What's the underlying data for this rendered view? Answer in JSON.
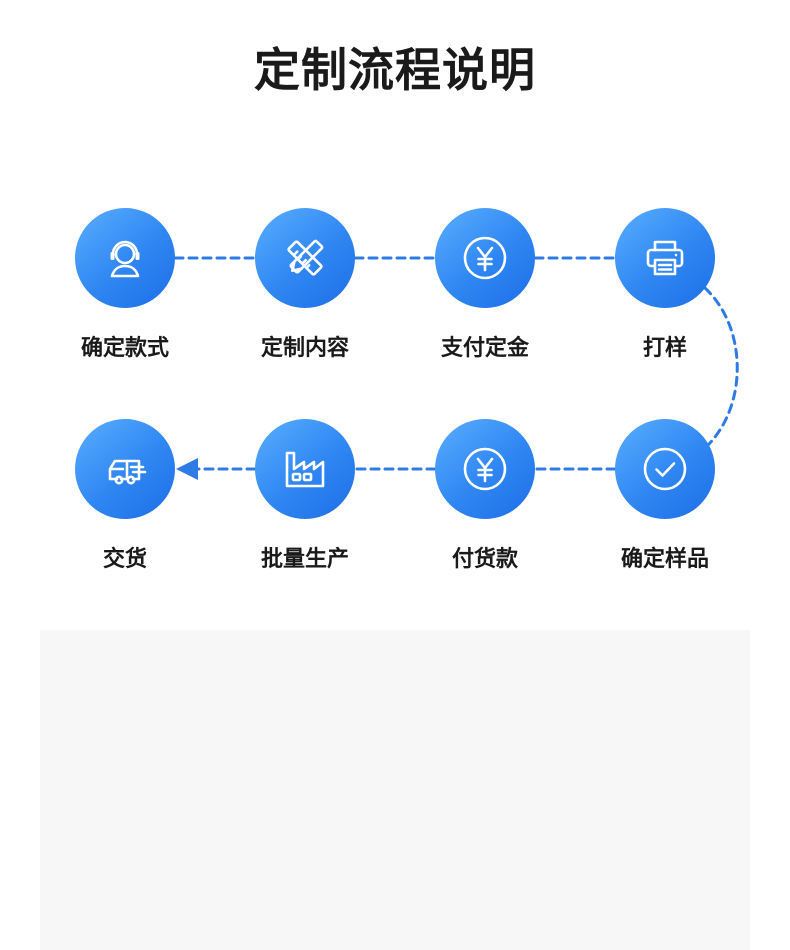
{
  "title": "定制流程说明",
  "colors": {
    "accent": "#2f86f2",
    "line": "#2f7be6",
    "panel": "#f7f7f7"
  },
  "steps": [
    {
      "label": "确定款式",
      "icon": "customer-service-icon"
    },
    {
      "label": "定制内容",
      "icon": "pencil-ruler-icon"
    },
    {
      "label": "支付定金",
      "icon": "yuan-coin-icon"
    },
    {
      "label": "打样",
      "icon": "printer-icon"
    },
    {
      "label": "确定样品",
      "icon": "check-circle-icon"
    },
    {
      "label": "付货款",
      "icon": "yuan-coin-icon"
    },
    {
      "label": "批量生产",
      "icon": "factory-icon"
    },
    {
      "label": "交货",
      "icon": "delivery-truck-icon"
    }
  ]
}
